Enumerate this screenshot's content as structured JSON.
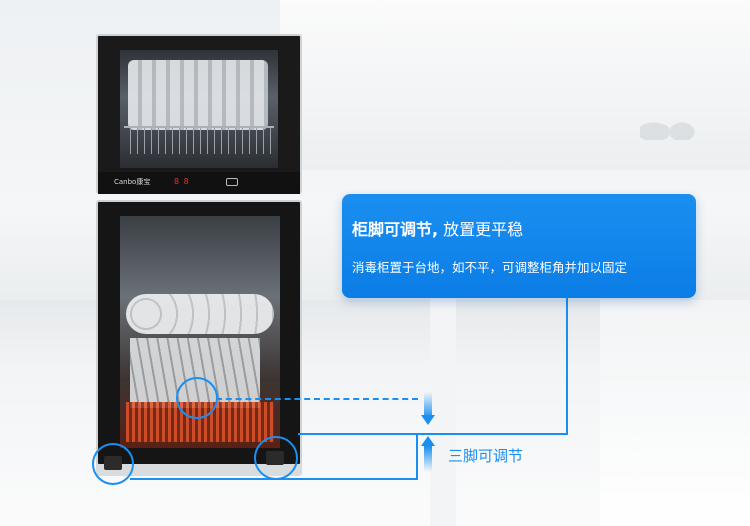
{
  "callout": {
    "title_bold": "柜脚可调节,",
    "title_rest": " 放置更平稳",
    "subtitle": "消毒柜置于台地，如不平，可调整柜角并加以固定"
  },
  "label": {
    "three_feet": "三脚可调节"
  },
  "cabinet": {
    "brand": "Canbo康宝",
    "display": "8 8"
  },
  "colors": {
    "accent": "#1a8ff0",
    "callout_bg": "#0b7de6",
    "text_on_accent": "#ffffff"
  },
  "icons": {
    "arrow_down": "arrow-down-icon",
    "arrow_up": "arrow-up-icon"
  }
}
